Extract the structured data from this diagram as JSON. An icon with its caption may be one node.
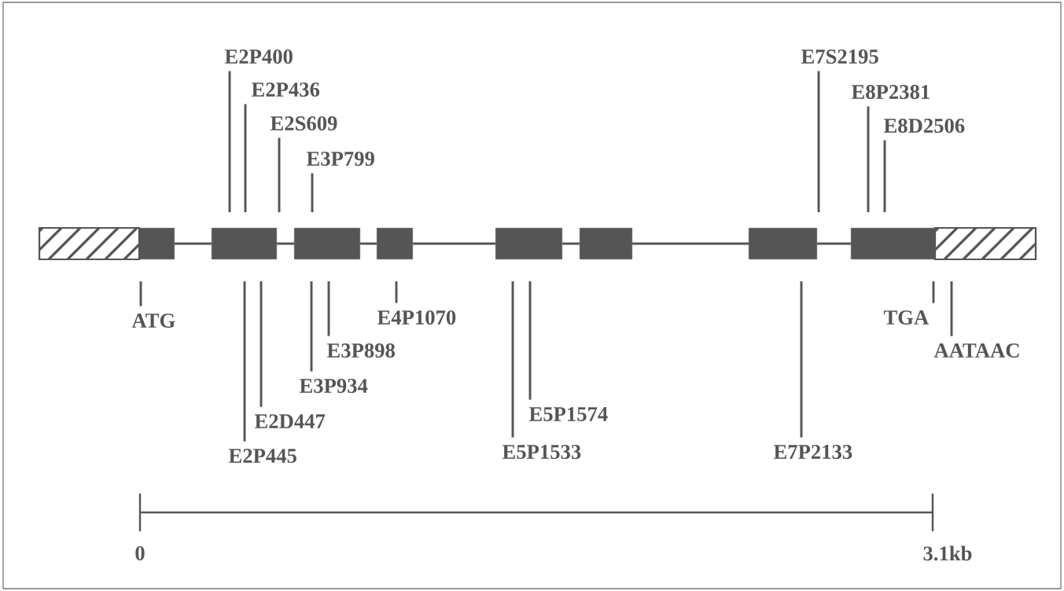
{
  "diagram": {
    "nodes": [
      {
        "text": [
          "E2P400"
        ]
      },
      {
        "text": [
          "E2P436"
        ]
      },
      {
        "text": [
          "E2S609"
        ]
      },
      {
        "text": [
          "E3P799"
        ]
      },
      {
        "text": [
          "E7S2195"
        ]
      },
      {
        "text": [
          "E8P2381"
        ]
      },
      {
        "text": [
          "E8D2506"
        ]
      },
      {
        "text": [],
        "shape": "box"
      },
      {
        "text": [],
        "shape": "box"
      },
      {
        "text": [],
        "shape": "box"
      },
      {
        "text": [],
        "shape": "box"
      },
      {
        "text": [],
        "shape": "box"
      },
      {
        "text": [],
        "shape": "box"
      },
      {
        "text": [],
        "shape": "box"
      },
      {
        "text": [],
        "shape": "box"
      },
      {
        "text": [],
        "shape": "box"
      },
      {
        "text": [],
        "shape": "box"
      },
      {
        "text": [
          "ATG"
        ]
      },
      {
        "text": [
          "E2P445"
        ]
      },
      {
        "text": [
          "E2D447"
        ]
      },
      {
        "text": [
          "E3P934"
        ]
      },
      {
        "text": [
          "E3P898"
        ]
      },
      {
        "text": [
          "E4P1070"
        ]
      },
      {
        "text": [
          "E5P1533"
        ]
      },
      {
        "text": [
          "E5P1574"
        ]
      },
      {
        "text": [
          "E7P2133"
        ]
      },
      {
        "text": [
          "TGA"
        ]
      },
      {
        "text": [
          "AATAAC"
        ]
      }
    ],
    "edges": [
      {
        "from": 0,
        "to": null,
        "arrow": "none"
      },
      {
        "from": 1,
        "to": null,
        "arrow": "none"
      },
      {
        "from": 2,
        "to": null,
        "arrow": "none"
      },
      {
        "from": 3,
        "to": null,
        "arrow": "none"
      },
      {
        "from": 4,
        "to": null,
        "arrow": "none"
      },
      {
        "from": 5,
        "to": null,
        "arrow": "none"
      },
      {
        "from": 6,
        "to": null,
        "arrow": "none"
      },
      {
        "from": 17,
        "to": null,
        "arrow": "none"
      },
      {
        "from": 18,
        "to": null,
        "arrow": "none"
      },
      {
        "from": 19,
        "to": null,
        "arrow": "none"
      },
      {
        "from": 20,
        "to": null,
        "arrow": "none"
      },
      {
        "from": 21,
        "to": null,
        "arrow": "none"
      },
      {
        "from": 22,
        "to": null,
        "arrow": "none"
      },
      {
        "from": 23,
        "to": null,
        "arrow": "none"
      },
      {
        "from": 24,
        "to": null,
        "arrow": "none"
      },
      {
        "from": 25,
        "to": null,
        "arrow": "none"
      },
      {
        "from": 26,
        "to": null,
        "arrow": "none"
      },
      {
        "from": 27,
        "to": null,
        "arrow": "none"
      },
      {
        "from": 8,
        "to": 9,
        "arrow": "none"
      },
      {
        "from": 9,
        "to": 10,
        "arrow": "none"
      },
      {
        "from": 10,
        "to": 11,
        "arrow": "none"
      },
      {
        "from": 11,
        "to": 12,
        "arrow": "none"
      },
      {
        "from": 12,
        "to": 13,
        "arrow": "none"
      },
      {
        "from": 13,
        "to": 14,
        "arrow": "none"
      },
      {
        "from": 14,
        "to": 15,
        "arrow": "none"
      }
    ],
    "labels": [
      "0",
      "3.1kb"
    ]
  }
}
